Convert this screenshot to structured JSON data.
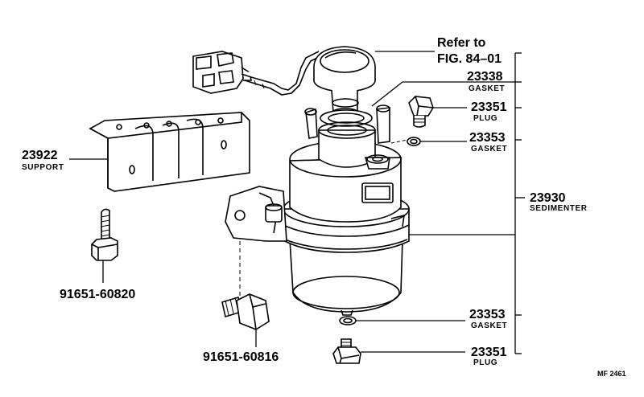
{
  "refer": {
    "line1": "Refer to",
    "line2": "FIG. 84–01"
  },
  "callouts": {
    "gasket_top": {
      "number": "23338",
      "name": "GASKET"
    },
    "plug_top": {
      "number": "23351",
      "name": "PLUG"
    },
    "gasket_mid": {
      "number": "23353",
      "name": "GASKET"
    },
    "support": {
      "number": "23922",
      "name": "SUPPORT"
    },
    "sedimenter": {
      "number": "23930",
      "name": "SEDIMENTER"
    },
    "bolt_left": {
      "number": "91651-60820"
    },
    "bolt_bottom": {
      "number": "91651-60816"
    },
    "gasket_bottom": {
      "number": "23353",
      "name": "GASKET"
    },
    "plug_bottom": {
      "number": "23351",
      "name": "PLUG"
    }
  },
  "figure_code": "MF 2461"
}
